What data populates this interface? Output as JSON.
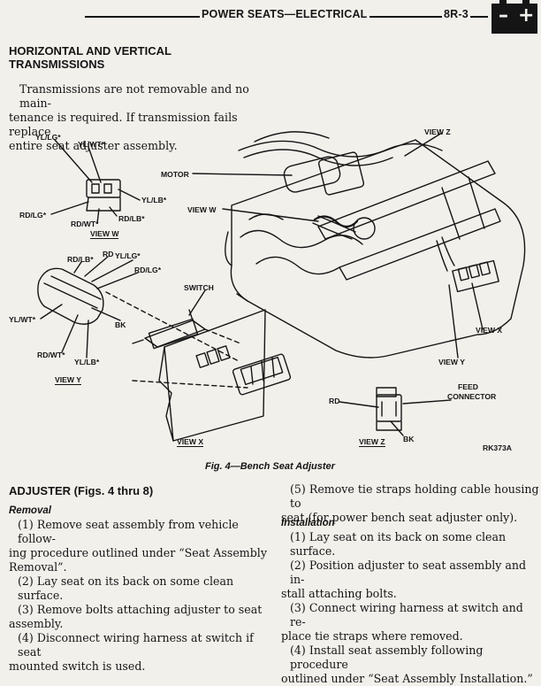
{
  "header": {
    "title": "POWER SEATS—ELECTRICAL",
    "page_number": "8R-3",
    "battery_icon": "battery-icon",
    "battery_minus": "–",
    "battery_plus": "+"
  },
  "section1": {
    "heading_line1": "HORIZONTAL AND VERTICAL",
    "heading_line2": "TRANSMISSIONS",
    "paragraph_line1": "Transmissions are not removable and no main-",
    "paragraph_line2": "tenance is required. If transmission fails replace",
    "paragraph_line3": "entire seat adjuster assembly."
  },
  "figure": {
    "caption": "Fig. 4—Bench Seat Adjuster",
    "ref_code": "RK373A",
    "labels": {
      "yl_lg": "YL/LG*",
      "yl_wt": "YL/WT*",
      "yl_lb": "YL/LB*",
      "rd_lg": "RD/LG*",
      "rd_wt": "RD/WT*",
      "rd_lb": "RD/LB*",
      "view_w": "VIEW W",
      "motor": "MOTOR",
      "view_w_arrow": "VIEW W",
      "view_z_top": "VIEW Z",
      "y_rd_lb": "RD/LB*",
      "y_rd": "RD",
      "y_yl_lg": "YL/LG*",
      "y_rd_lg": "RD/LG*",
      "switch": "SWITCH",
      "y_yl_wt": "YL/WT*",
      "y_bk": "BK",
      "y_rd_wt": "RD/WT*",
      "y_yl_lb": "YL/LB*",
      "view_y": "VIEW Y",
      "view_x_arrow": "VIEW X",
      "view_y_arrow": "VIEW Y",
      "feed1": "FEED",
      "feed2": "CONNECTOR",
      "z_rd": "RD",
      "z_bk": "BK",
      "view_x": "VIEW X",
      "view_z": "VIEW Z"
    }
  },
  "adjuster": {
    "heading": "ADJUSTER (Figs. 4 thru 8)",
    "removal_heading": "Removal",
    "removal_lines": [
      "(1) Remove seat assembly from vehicle follow-",
      "ing procedure outlined under “Seat Assembly",
      "Removal”.",
      "(2) Lay seat on its back on some clean surface.",
      "(3) Remove bolts attaching adjuster to seat",
      "assembly.",
      "(4) Disconnect wiring harness at switch if seat",
      "mounted switch is used."
    ],
    "removal_step5_lines": [
      "(5) Remove tie straps holding cable housing to",
      "seat (for power bench seat adjuster only)."
    ],
    "installation_heading": "Installation",
    "installation_lines": [
      "(1) Lay seat on its back on some clean surface.",
      "(2) Position adjuster to seat assembly and in-",
      "stall attaching bolts.",
      "(3) Connect wiring harness at switch and re-",
      "place tie straps where removed.",
      "(4) Install seat assembly following procedure",
      "outlined under “Seat Assembly Installation.”"
    ]
  }
}
